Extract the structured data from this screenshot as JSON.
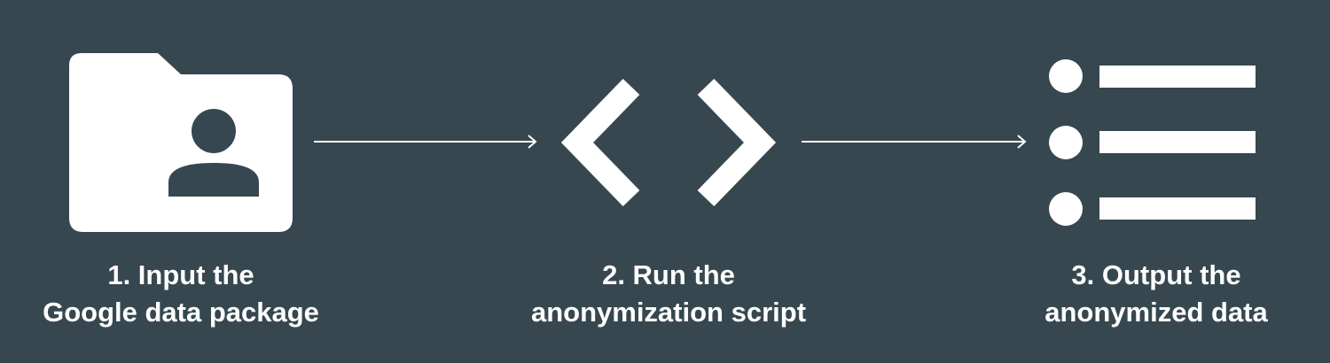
{
  "diagram": {
    "background_color": "#37474f",
    "foreground_color": "#ffffff",
    "steps": [
      {
        "icon": "folder-shared-icon",
        "lines": [
          "1. Input the",
          "Google data package"
        ]
      },
      {
        "icon": "code-brackets-icon",
        "lines": [
          "2. Run the",
          "anonymization script"
        ]
      },
      {
        "icon": "bulleted-list-icon",
        "lines": [
          "3. Output the",
          "anonymized data"
        ]
      }
    ],
    "connectors": [
      "right-arrow-icon",
      "right-arrow-icon"
    ]
  }
}
